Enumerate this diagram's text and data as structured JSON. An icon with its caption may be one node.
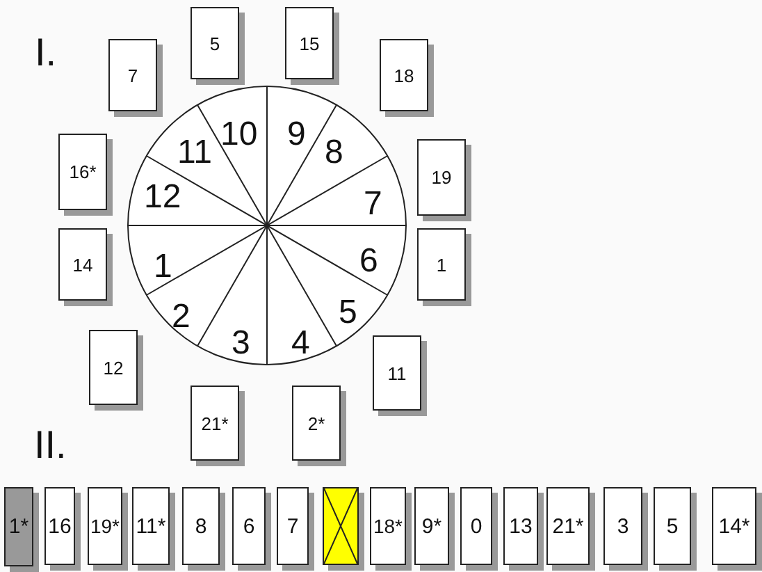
{
  "diagram": {
    "nodes": [
      {
        "text": [
          "5"
        ]
      },
      {
        "text": [
          "15"
        ]
      },
      {
        "text": [
          "7"
        ]
      },
      {
        "text": [
          "18"
        ]
      },
      {
        "text": [
          "16*"
        ]
      },
      {
        "text": [
          "19"
        ]
      },
      {
        "text": [
          "14"
        ]
      },
      {
        "text": [
          "1"
        ]
      },
      {
        "text": [
          "12"
        ]
      },
      {
        "text": [
          "11"
        ]
      },
      {
        "text": [
          "21*"
        ]
      },
      {
        "text": [
          "2*"
        ]
      },
      {
        "text": [
          "1*"
        ]
      },
      {
        "text": [
          "16"
        ]
      },
      {
        "text": [
          "19*"
        ]
      },
      {
        "text": [
          "11*"
        ]
      },
      {
        "text": [
          "8"
        ]
      },
      {
        "text": [
          "6"
        ]
      },
      {
        "text": [
          "7"
        ]
      },
      {
        "text": [],
        "shape": "box"
      },
      {
        "text": [
          "18*"
        ]
      },
      {
        "text": [
          "9*"
        ]
      },
      {
        "text": [
          "0"
        ]
      },
      {
        "text": [
          "13"
        ]
      },
      {
        "text": [
          "21*"
        ]
      },
      {
        "text": [
          "3"
        ]
      },
      {
        "text": [
          "5"
        ]
      },
      {
        "text": [
          "14*"
        ]
      }
    ],
    "labels": [
      "I.",
      "10",
      "9",
      "11",
      "8",
      "12",
      "7",
      "1",
      "6",
      "2",
      "5",
      "3",
      "4",
      "II."
    ]
  }
}
